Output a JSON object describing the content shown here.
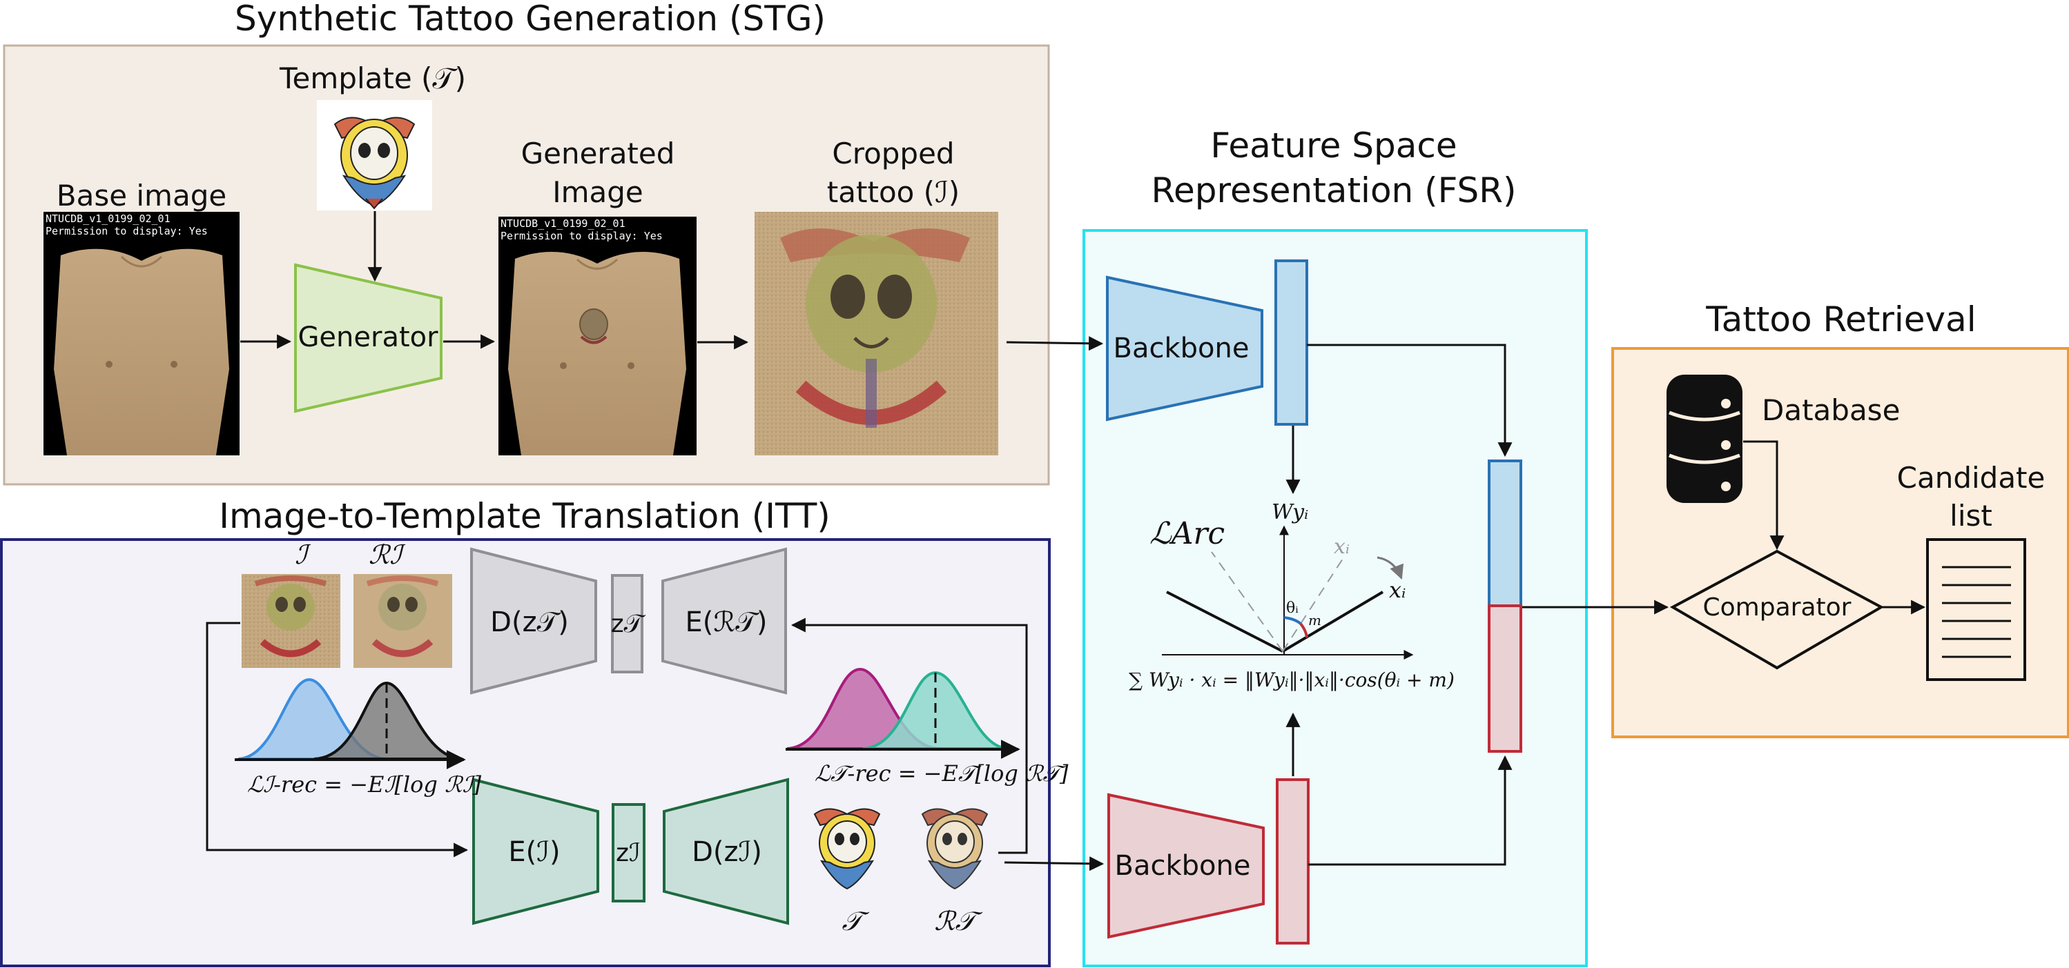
{
  "stg": {
    "title": "Synthetic Tattoo Generation (STG)",
    "base_image_label": "Base image",
    "template_label": "Template (𝒯)",
    "generator_label": "Generator",
    "generated_label_1": "Generated",
    "generated_label_2": "Image",
    "cropped_label_1": "Cropped",
    "cropped_label_2": "tattoo (ℐ)",
    "photo_caption_1": "NTUCDB_v1_0199_02_01",
    "photo_caption_2": "Permission to display: Yes"
  },
  "itt": {
    "title": "Image-to-Template Translation (ITT)",
    "img_I_label": "ℐ",
    "img_RI_label": "ℛℐ",
    "dec_top_label": "D(z𝒯)",
    "z_top_label": "z𝒯",
    "enc_top_label": "E(ℛ𝒯)",
    "enc_bottom_label": "E(ℐ)",
    "z_bottom_label": "zℐ",
    "dec_bottom_label": "D(zℐ)",
    "loss_I_rec": "ℒℐ-rec = −Eℐ[log ℛℐ]",
    "loss_T_rec": "ℒ𝒯-rec = −E𝒯[log ℛ𝒯]",
    "tmpl_T_label": "𝒯",
    "tmpl_RT_label": "ℛ𝒯"
  },
  "fsr": {
    "title_1": "Feature Space",
    "title_2": "Representation (FSR)",
    "backbone_top": "Backbone",
    "backbone_bottom": "Backbone",
    "arc_loss": "ℒArc",
    "w_label": "Wyᵢ",
    "xi_label": "xᵢ",
    "xi_faded_label": "xᵢ",
    "theta_label": "θᵢ",
    "m_label": "m",
    "formula": "∑ Wyᵢ · xᵢ = ‖Wyᵢ‖·‖xᵢ‖·cos(θᵢ + m)"
  },
  "retrieval": {
    "title": "Tattoo Retrieval",
    "database_label": "Database",
    "comparator_label": "Comparator",
    "candidate_label_1": "Candidate",
    "candidate_label_2": "list"
  },
  "colors": {
    "stg_bg": "#f4ede6",
    "stg_border": "#c4b2a1",
    "itt_bg": "#f2f2f8",
    "itt_border": "#23237a",
    "fsr_bg": "#f0fbfc",
    "fsr_border": "#26e2ee",
    "ret_bg": "#fdefdf",
    "ret_border": "#ee9a3a",
    "generator_fill": "#dfeccb",
    "generator_stroke": "#8bc24a",
    "blue_fill": "#bcdcef",
    "blue_stroke": "#2872b3",
    "red_fill": "#ead1d4",
    "red_stroke": "#c02b38",
    "gray_fill": "#d9d8dc",
    "gray_stroke": "#8f8f94",
    "green_fill": "#c9e0da",
    "green_stroke": "#1e6a40"
  }
}
